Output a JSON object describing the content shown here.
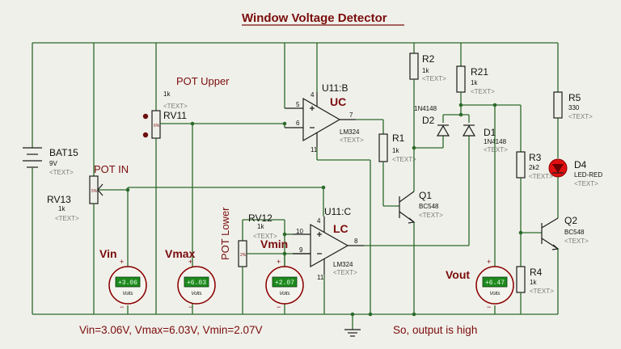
{
  "title": "Window Voltage Detector",
  "components": {
    "bat15": {
      "ref": "BAT15",
      "value": "9V",
      "text": "<TEXT>"
    },
    "pot_in": {
      "label": "POT IN",
      "ref": "RV13",
      "value": "1k",
      "text": "<TEXT>",
      "wiper": "5%"
    },
    "pot_upper": {
      "label": "POT Upper",
      "ref": "RV11",
      "value": "1k",
      "text": "<TEXT>",
      "wiper": "6%"
    },
    "pot_lower": {
      "label": "POT Lower",
      "ref": "RV12",
      "value": "1k",
      "text": "<TEXT>",
      "wiper": "2%"
    },
    "u11b": {
      "ref": "U11:B",
      "name": "UC",
      "part": "LM324",
      "text": "<TEXT>",
      "pins": {
        "inp": "5",
        "inn": "6",
        "out": "7",
        "vcc": "4",
        "gnd": "11"
      }
    },
    "u11c": {
      "ref": "U11:C",
      "name": "LC",
      "part": "LM324",
      "text": "<TEXT>",
      "pins": {
        "inp": "10",
        "inn": "9",
        "out": "8",
        "vcc": "4",
        "gnd": "11"
      }
    },
    "r1": {
      "ref": "R1",
      "value": "1k",
      "text": "<TEXT>"
    },
    "r2": {
      "ref": "R2",
      "value": "1k",
      "text": "<TEXT>"
    },
    "r21": {
      "ref": "R21",
      "value": "1k",
      "text": "<TEXT>"
    },
    "r3": {
      "ref": "R3",
      "value": "2k2",
      "text": "<TEXT>"
    },
    "r4": {
      "ref": "R4",
      "value": "1k",
      "text": "<TEXT>"
    },
    "r5": {
      "ref": "R5",
      "value": "330",
      "text": "<TEXT>"
    },
    "d1": {
      "ref": "D1",
      "part": "1N4148",
      "text": "<TEXT>"
    },
    "d2": {
      "ref": "D2",
      "part": "1N4148",
      "text": "<TEXT>"
    },
    "d4": {
      "ref": "D4",
      "part": "LED-RED",
      "text": "<TEXT>"
    },
    "q1": {
      "ref": "Q1",
      "part": "BC548",
      "text": "<TEXT>"
    },
    "q2": {
      "ref": "Q2",
      "part": "BC548",
      "text": "<TEXT>"
    }
  },
  "meters": {
    "vin": {
      "label": "Vin",
      "reading": "+3.06",
      "unit": "Volts",
      "plus": "+",
      "minus": "−"
    },
    "vmax": {
      "label": "Vmax",
      "reading": "+6.03",
      "unit": "Volts",
      "plus": "+",
      "minus": "−"
    },
    "vmin": {
      "label": "Vmin",
      "reading": "+2.07",
      "unit": "Volts",
      "plus": "+",
      "minus": "−"
    },
    "vout": {
      "label": "Vout",
      "reading": "+6.47",
      "unit": "Volts",
      "plus": "+",
      "minus": "−"
    }
  },
  "captions": {
    "values": "Vin=3.06V, Vmax=6.03V, Vmin=2.07V",
    "result": "So, output is high"
  },
  "colors": {
    "wire": "#2a6a2a",
    "label_red": "#7a0c0c",
    "meter_display": "#1e8a1e",
    "led": "#e01010"
  }
}
